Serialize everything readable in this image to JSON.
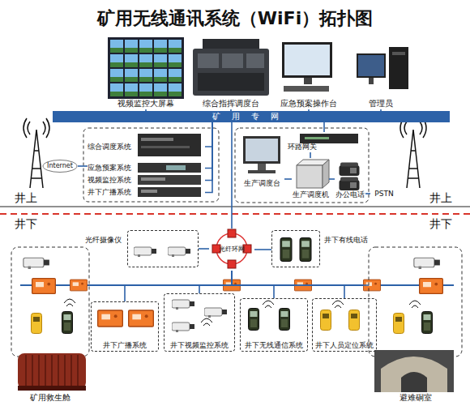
{
  "diagram": {
    "title": "矿用无线通讯系统（WiFi）拓扑图",
    "nodes": [
      {
        "text": [
          "视频监控大屏幕"
        ]
      },
      {
        "text": [
          "综合指挥调度台"
        ]
      },
      {
        "text": [
          "应急预案操作台"
        ]
      },
      {
        "text": [
          "管理员"
        ]
      },
      {
        "text": [
          "矿用专网"
        ]
      },
      {
        "text": [
          "Internet"
        ]
      },
      {
        "text": [
          "综合调度系统"
        ]
      },
      {
        "text": [
          "应急预案系统"
        ]
      },
      {
        "text": [
          "视频监控系统"
        ]
      },
      {
        "text": [
          "井下广播系统"
        ]
      },
      {
        "text": [
          "环路网关"
        ]
      },
      {
        "text": [
          "生产调度台"
        ]
      },
      {
        "text": [
          "生产调度机"
        ]
      },
      {
        "text": [
          "办公电话"
        ]
      },
      {
        "text": [
          "PSTN"
        ]
      },
      {
        "text": [
          "光纤摄像仪"
        ]
      },
      {
        "text": [
          "光纤环网"
        ]
      },
      {
        "text": [
          "井下有线电话"
        ]
      },
      {
        "text": [
          "矿用救生舱"
        ]
      },
      {
        "text": [
          "井下广播系统"
        ]
      },
      {
        "text": [
          "井下视频监控系统"
        ]
      },
      {
        "text": [
          "井下无线通信系统"
        ]
      },
      {
        "text": [
          "井下人员定位系统"
        ]
      },
      {
        "text": [
          "避难硐室"
        ]
      }
    ],
    "edges": [
      {
        "from": 0,
        "to": 4,
        "arrow": "none"
      },
      {
        "from": 1,
        "to": 4,
        "arrow": "none"
      },
      {
        "from": 2,
        "to": 4,
        "arrow": "none"
      },
      {
        "from": 3,
        "to": 4,
        "arrow": "none"
      },
      {
        "from": 6,
        "to": 4,
        "arrow": "none"
      },
      {
        "from": 7,
        "to": 4,
        "arrow": "none"
      },
      {
        "from": 8,
        "to": 4,
        "arrow": "none"
      },
      {
        "from": 9,
        "to": 4,
        "arrow": "none"
      },
      {
        "from": 5,
        "to": 7,
        "arrow": "none"
      },
      {
        "from": 10,
        "to": 4,
        "arrow": "none"
      },
      {
        "from": 11,
        "to": 12,
        "arrow": "none"
      },
      {
        "from": 12,
        "to": 10,
        "arrow": "none"
      },
      {
        "from": 12,
        "to": 13,
        "arrow": "none"
      },
      {
        "from": 13,
        "to": 14,
        "arrow": "none"
      },
      {
        "from": 4,
        "to": 16,
        "arrow": "none"
      },
      {
        "from": 15,
        "to": 16,
        "arrow": "none"
      },
      {
        "from": 16,
        "to": 17,
        "arrow": "none"
      },
      {
        "from": 16,
        "to": 18,
        "arrow": "none"
      },
      {
        "from": 16,
        "to": 19,
        "arrow": "none"
      },
      {
        "from": 16,
        "to": 20,
        "arrow": "none"
      },
      {
        "from": 16,
        "to": 21,
        "arrow": "none"
      },
      {
        "from": 16,
        "to": 22,
        "arrow": "none"
      },
      {
        "from": 16,
        "to": 23,
        "arrow": "none"
      }
    ],
    "labels": [
      "井上",
      "井上",
      "井下",
      "井下"
    ]
  }
}
